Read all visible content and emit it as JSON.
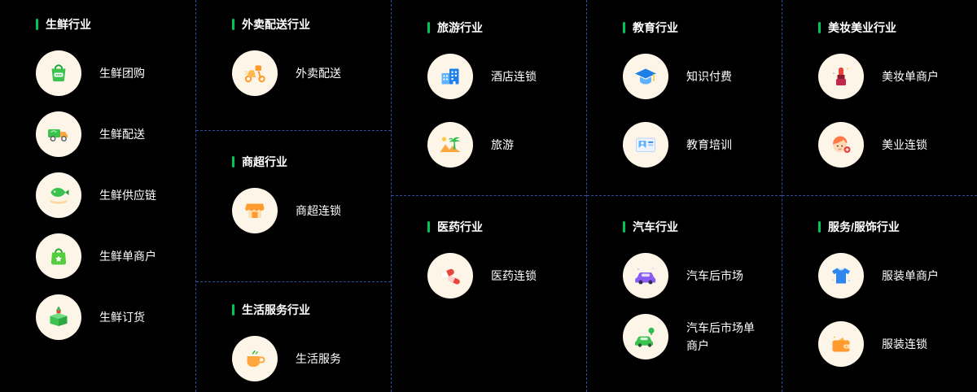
{
  "colors": {
    "background": "#000000",
    "accent_green": "#00c55a",
    "divider_blue": "#2f4da0",
    "icon_circle_bg": "#fdf6e8",
    "text": "#ffffff"
  },
  "sections": [
    {
      "title": "生鲜行业",
      "items": [
        {
          "label": "生鲜团购",
          "icon": "group-buy-bag-icon"
        },
        {
          "label": "生鲜配送",
          "icon": "delivery-truck-icon"
        },
        {
          "label": "生鲜供应链",
          "icon": "hand-fish-icon"
        },
        {
          "label": "生鲜单商户",
          "icon": "merchant-bag-icon"
        },
        {
          "label": "生鲜订货",
          "icon": "order-box-icon"
        }
      ]
    },
    {
      "title": "外卖配送行业",
      "items": [
        {
          "label": "外卖配送",
          "icon": "delivery-scooter-icon"
        }
      ]
    },
    {
      "title": "商超行业",
      "items": [
        {
          "label": "商超连锁",
          "icon": "storefront-icon"
        }
      ]
    },
    {
      "title": "生活服务行业",
      "items": [
        {
          "label": "生活服务",
          "icon": "coffee-cup-icon"
        }
      ]
    },
    {
      "title": "旅游行业",
      "items": [
        {
          "label": "酒店连锁",
          "icon": "hotel-buildings-icon"
        },
        {
          "label": "旅游",
          "icon": "palm-beach-icon"
        }
      ]
    },
    {
      "title": "医药行业",
      "items": [
        {
          "label": "医药连锁",
          "icon": "capsule-pills-icon"
        }
      ]
    },
    {
      "title": "教育行业",
      "items": [
        {
          "label": "知识付费",
          "icon": "graduation-cap-icon"
        },
        {
          "label": "教育培训",
          "icon": "id-card-icon"
        }
      ]
    },
    {
      "title": "汽车行业",
      "items": [
        {
          "label": "汽车后市场",
          "icon": "purple-car-icon"
        },
        {
          "label": "汽车后市场单商户",
          "icon": "green-car-tree-icon"
        }
      ]
    },
    {
      "title": "美妆美业行业",
      "items": [
        {
          "label": "美妆单商户",
          "icon": "lipstick-icon"
        },
        {
          "label": "美业连锁",
          "icon": "beauty-face-icon"
        }
      ]
    },
    {
      "title": "服务/服饰行业",
      "items": [
        {
          "label": "服装单商户",
          "icon": "shirt-icon"
        },
        {
          "label": "服装连锁",
          "icon": "handbag-icon"
        }
      ]
    }
  ]
}
